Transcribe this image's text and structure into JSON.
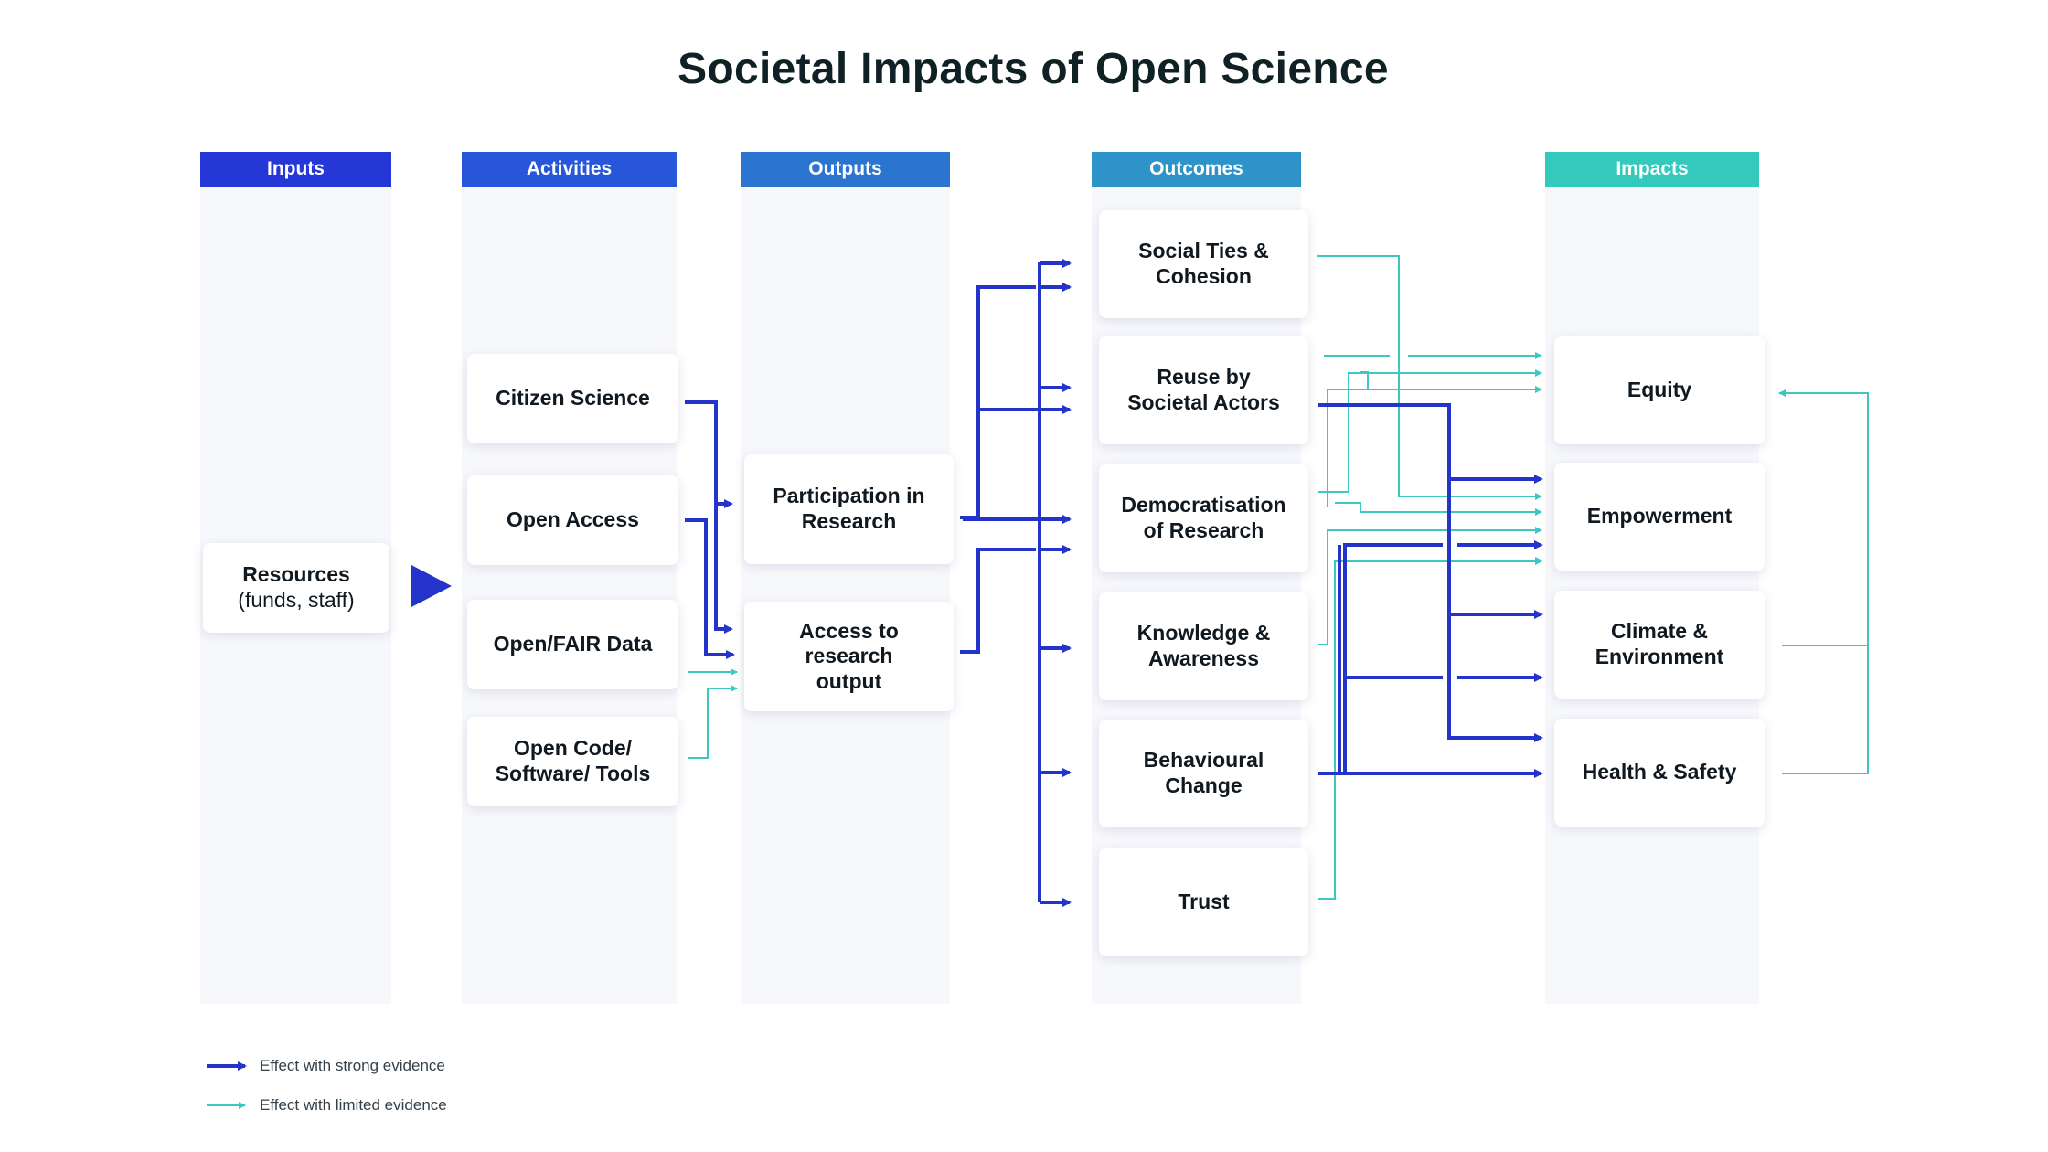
{
  "title": "Societal Impacts of Open Science",
  "columns": {
    "inputs": "Inputs",
    "activities": "Activities",
    "outputs": "Outputs",
    "outcomes": "Outcomes",
    "impacts": "Impacts"
  },
  "inputs": {
    "resources": "Resources",
    "resources_sub": "(funds, staff)"
  },
  "activities": {
    "citizen_science": "Citizen Science",
    "open_access": "Open Access",
    "open_fair_data": "Open/FAIR Data",
    "open_code_1": "Open Code/",
    "open_code_2": "Software/ Tools"
  },
  "outputs": {
    "participation_1": "Participation in",
    "participation_2": "Research",
    "access_1": "Access to",
    "access_2": "research",
    "access_3": "output"
  },
  "outcomes": {
    "social_1": "Social Ties &",
    "social_2": "Cohesion",
    "reuse_1": "Reuse by",
    "reuse_2": "Societal Actors",
    "democ_1": "Democratisation",
    "democ_2": "of Research",
    "knowledge_1": "Knowledge &",
    "knowledge_2": "Awareness",
    "behaviour_1": "Behavioural",
    "behaviour_2": "Change",
    "trust": "Trust"
  },
  "impacts": {
    "equity": "Equity",
    "empowerment": "Empowerment",
    "climate_1": "Climate &",
    "climate_2": "Environment",
    "health": "Health & Safety"
  },
  "legend": {
    "strong": "Effect with strong evidence",
    "limited": "Effect with limited evidence"
  },
  "colors": {
    "strong": "#2433c9",
    "limited": "#3cc8c0",
    "header_inputs": "#2537d6",
    "header_activities": "#2756d8",
    "header_outputs": "#2b74d0",
    "header_outcomes": "#2e93c8",
    "header_impacts": "#33c9bd"
  }
}
